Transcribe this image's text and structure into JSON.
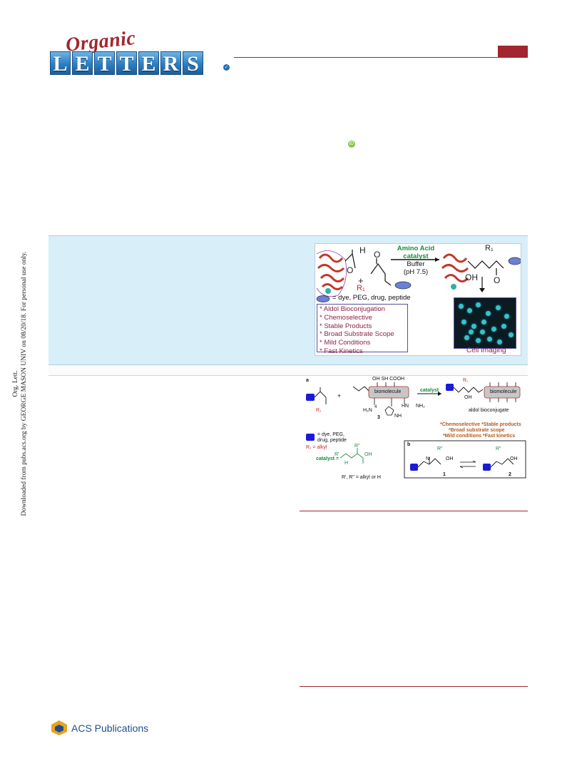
{
  "journal": {
    "logo_script": "Organic",
    "logo_letters": [
      "L",
      "E",
      "T",
      "T",
      "E",
      "R",
      "S"
    ],
    "badge": "✓"
  },
  "orcid_badge": "iD",
  "side_stamp": {
    "line1": "Org. Lett.",
    "line2": "Downloaded from pubs.acs.org by GEORGE MASON UNIV on 08/20/18. For personal use only."
  },
  "toc_graphic": {
    "catalyst_line1": "Amino Acid",
    "catalyst_line2": "catalyst",
    "buffer_line1": "Buffer",
    "buffer_line2": "(pH 7.5)",
    "aldehyde_h": "H",
    "o_label": "O",
    "plus": "+",
    "r1": "R₁",
    "oh": "OH",
    "legend": "= dye, PEG, drug, peptide",
    "features": [
      "* Aldol Bioconjugation",
      "* Chemoselective",
      "* Stable Products",
      "* Broad Substrate Scope",
      "* Mild Conditions",
      "* Fast Kinetics"
    ],
    "cell_label": "Cell Imaging"
  },
  "figure": {
    "panel_a": "a",
    "panel_b": "b",
    "plus": "+",
    "top_groups": "OH  SH  COOH",
    "biomolecule": "biomolecule",
    "h2n": "H₂N",
    "sub4": "4",
    "compound3": "3",
    "nh2": "NH₂",
    "nh": "NH",
    "hn": "HN",
    "catalyst_arrow": "catalyst",
    "r1": "R₁",
    "oh": "OH",
    "legend_blue": "= dye, PEG,\ndrug, peptide",
    "r1_alkyl": "R₁ = alkyl",
    "product": "aldol bioconjugate",
    "features_line1": "*Chemoselective  *Stable products",
    "features_line2": "*Broad substrate scope",
    "features_line3": "*Mild conditions  *Fast kinetics",
    "catalyst_eq": "catalyst =",
    "r_prime": "R'",
    "r_dprime": "R\"",
    "n": "N",
    "h": "H",
    "o": "O",
    "r_def": "R', R\" = alkyl or H",
    "compound1": "1",
    "compound2": "2"
  },
  "footer": {
    "publisher": "ACS Publications"
  },
  "colors": {
    "brand_red": "#a3262e",
    "band_blue": "#d8eef9",
    "acs_blue": "#1f4e8c"
  }
}
